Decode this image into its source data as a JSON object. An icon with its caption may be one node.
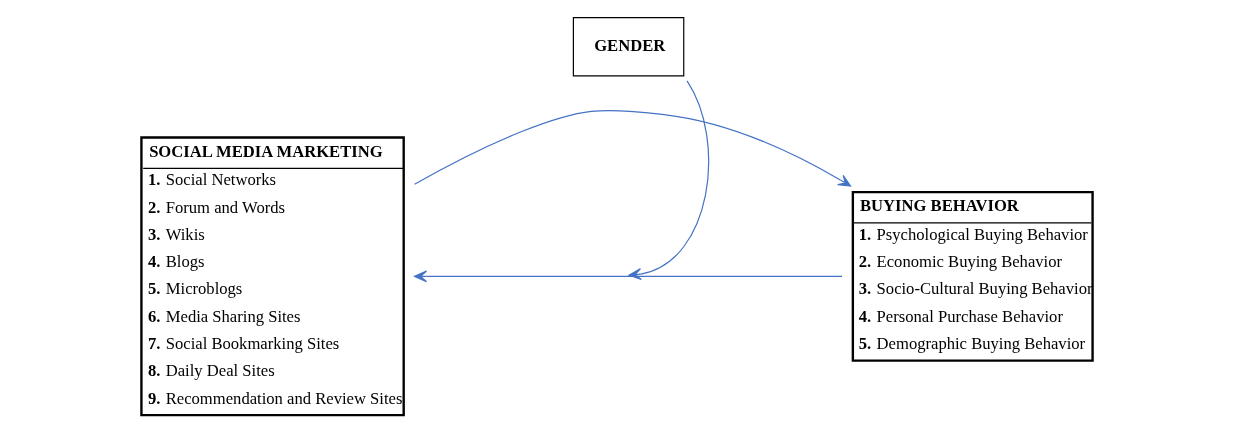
{
  "diagram": {
    "nodes": [
      {
        "text": [
          "GENDER"
        ]
      },
      {
        "text": [
          "SOCIAL MEDIA MARKETING",
          "**1.** Social Networks",
          "**2.** Forum and Words",
          "**3.** Wikis",
          "**4.** Blogs",
          "**5.** Microblogs",
          "**6.** Media Sharing Sites",
          "**7.** Social Bookmarking Sites",
          "**8.** Daily Deal Sites",
          "**9.** Recommendation and Review Sites"
        ]
      },
      {
        "text": [
          "BUYING BEHAVIOR",
          "**1.** Psychological Buying Behavior",
          "**2.** Economic Buying Behavior",
          "**3.** Socio-Cultural Buying Behavior",
          "**4.** Personal Purchase Behavior",
          "**5.** Demographic Buying Behavior"
        ]
      }
    ],
    "edges": [
      {
        "from": 1,
        "to": 2,
        "arrow": "to",
        "color": "#4472c4"
      },
      {
        "from": 2,
        "to": 1,
        "arrow": "to",
        "color": "#4472c4"
      },
      {
        "from": 0,
        "to": null,
        "arrow": "to",
        "color": "#4472c4"
      }
    ]
  }
}
